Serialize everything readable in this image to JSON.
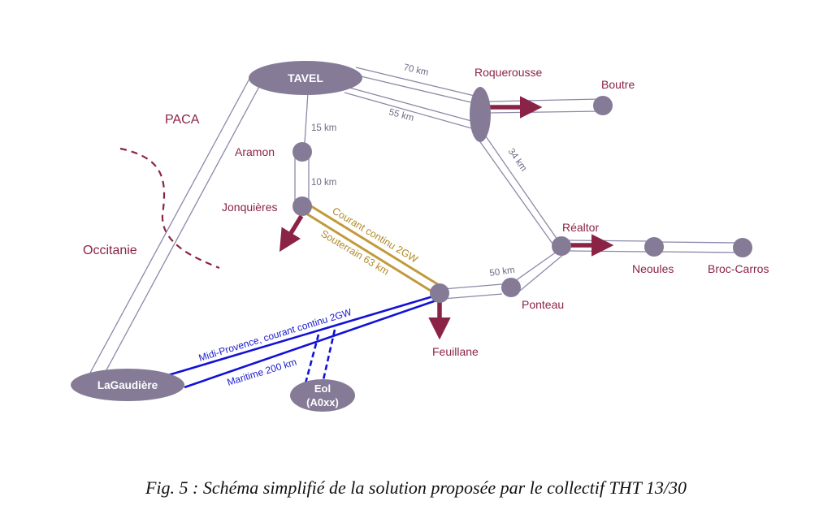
{
  "caption": "Fig. 5 : Schéma simplifié de la solution proposée par le collectif THT 13/30",
  "colors": {
    "node": "#857b97",
    "line": "#8d88a8",
    "arrow": "#8b2346",
    "place_text": "#8b2346",
    "dc_gold": "#c19a3c",
    "dc_blue": "#1212d6"
  },
  "regions": {
    "paca": "PACA",
    "occitanie": "Occitanie"
  },
  "nodes": {
    "tavel": "TAVEL",
    "lagaudiere": "LaGaudière",
    "eol_line1": "Eol",
    "eol_line2": "(A0xx)"
  },
  "places": {
    "roquerousse": "Roquerousse",
    "boutre": "Boutre",
    "aramon": "Aramon",
    "jonquieres": "Jonquières",
    "realtor": "Réaltor",
    "neoules": "Neoules",
    "broc_carros": "Broc-Carros",
    "ponteau": "Ponteau",
    "feuillane": "Feuillane"
  },
  "distances": {
    "tavel_roquerousse_top": "70 km",
    "tavel_roquerousse_bottom": "55 km",
    "tavel_aramon": "15 km",
    "aramon_jonquieres": "10 km",
    "roquerousse_realtor": "34 km",
    "ponteau_realtor": "50 km"
  },
  "links": {
    "jonquieres_feuillane_top": "Courant continu  2GW",
    "jonquieres_feuillane_bottom": "Souterrain 63 km",
    "lagaudiere_feuillane_top": "Midi-Provence, courant continu 2GW",
    "lagaudiere_feuillane_bottom": "Maritime 200 km"
  }
}
